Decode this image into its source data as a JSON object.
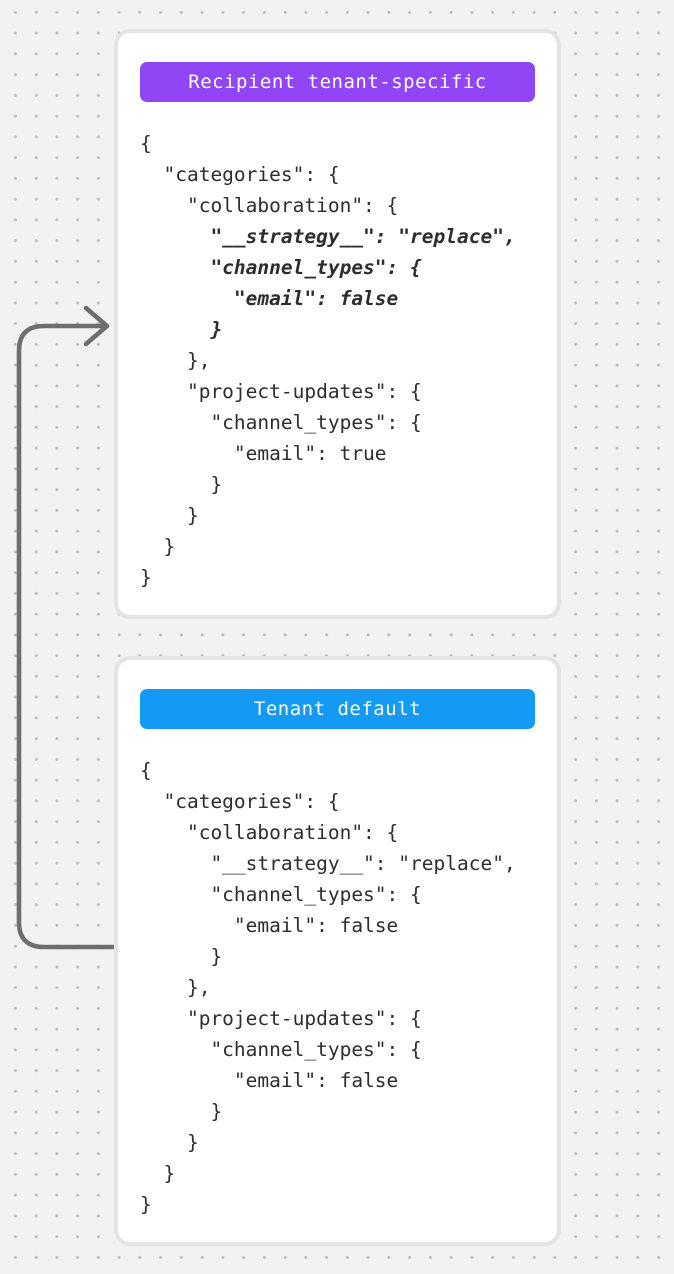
{
  "canvas": {
    "background_color": "#f2f2f3",
    "dot_color": "#bdbdbd"
  },
  "arrow": {
    "color": "#6e6e6e"
  },
  "cards": [
    {
      "badge": {
        "label": "Recipient tenant-specific",
        "color": "#9046f5",
        "text_color": "#ffffff"
      },
      "code_lines": [
        {
          "text": "{",
          "emphasis": false
        },
        {
          "text": "  \"categories\": {",
          "emphasis": false
        },
        {
          "text": "    \"collaboration\": {",
          "emphasis": false
        },
        {
          "text": "      \"__strategy__\": \"replace\",",
          "emphasis": true
        },
        {
          "text": "      \"channel_types\": {",
          "emphasis": true
        },
        {
          "text": "        \"email\": false",
          "emphasis": true
        },
        {
          "text": "      }",
          "emphasis": true
        },
        {
          "text": "    },",
          "emphasis": false
        },
        {
          "text": "    \"project-updates\": {",
          "emphasis": false
        },
        {
          "text": "      \"channel_types\": {",
          "emphasis": false
        },
        {
          "text": "        \"email\": true",
          "emphasis": false
        },
        {
          "text": "      }",
          "emphasis": false
        },
        {
          "text": "    }",
          "emphasis": false
        },
        {
          "text": "  }",
          "emphasis": false
        },
        {
          "text": "}",
          "emphasis": false
        }
      ]
    },
    {
      "badge": {
        "label": "Tenant default",
        "color": "#149af5",
        "text_color": "#ffffff"
      },
      "code_lines": [
        {
          "text": "{",
          "emphasis": false
        },
        {
          "text": "  \"categories\": {",
          "emphasis": false
        },
        {
          "text": "    \"collaboration\": {",
          "emphasis": false
        },
        {
          "text": "      \"__strategy__\": \"replace\",",
          "emphasis": false
        },
        {
          "text": "      \"channel_types\": {",
          "emphasis": false
        },
        {
          "text": "        \"email\": false",
          "emphasis": false
        },
        {
          "text": "      }",
          "emphasis": false
        },
        {
          "text": "    },",
          "emphasis": false
        },
        {
          "text": "    \"project-updates\": {",
          "emphasis": false
        },
        {
          "text": "      \"channel_types\": {",
          "emphasis": false
        },
        {
          "text": "        \"email\": false",
          "emphasis": false
        },
        {
          "text": "      }",
          "emphasis": false
        },
        {
          "text": "    }",
          "emphasis": false
        },
        {
          "text": "  }",
          "emphasis": false
        },
        {
          "text": "}",
          "emphasis": false
        }
      ]
    }
  ]
}
